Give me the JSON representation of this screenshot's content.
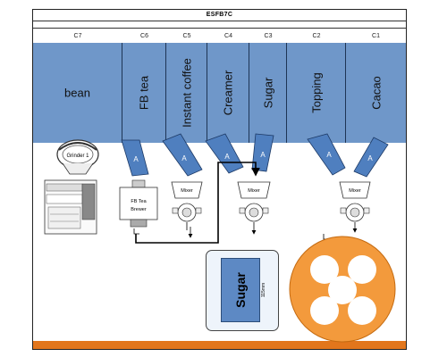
{
  "title": "ESFB7C",
  "columns": [
    {
      "code": "C7",
      "label": "bean"
    },
    {
      "code": "C6",
      "label": "FB tea"
    },
    {
      "code": "C5",
      "label": "Instant coffee"
    },
    {
      "code": "C4",
      "label": "Creamer"
    },
    {
      "code": "C3",
      "label": "Sugar"
    },
    {
      "code": "C2",
      "label": "Topping"
    },
    {
      "code": "C1",
      "label": "Cacao"
    }
  ],
  "chute_label": "A",
  "grinder_label": "Grinder 1",
  "brewer_label_1": "FB Tea",
  "brewer_label_2": "Brewer",
  "mixer_label": "Mixer",
  "sugar_box": {
    "label": "Sugar",
    "size": "115mm"
  },
  "colors": {
    "band": "#6f97c9",
    "chute": "#4f7fbf",
    "orange": "#e2761c",
    "frame": "#222222"
  }
}
